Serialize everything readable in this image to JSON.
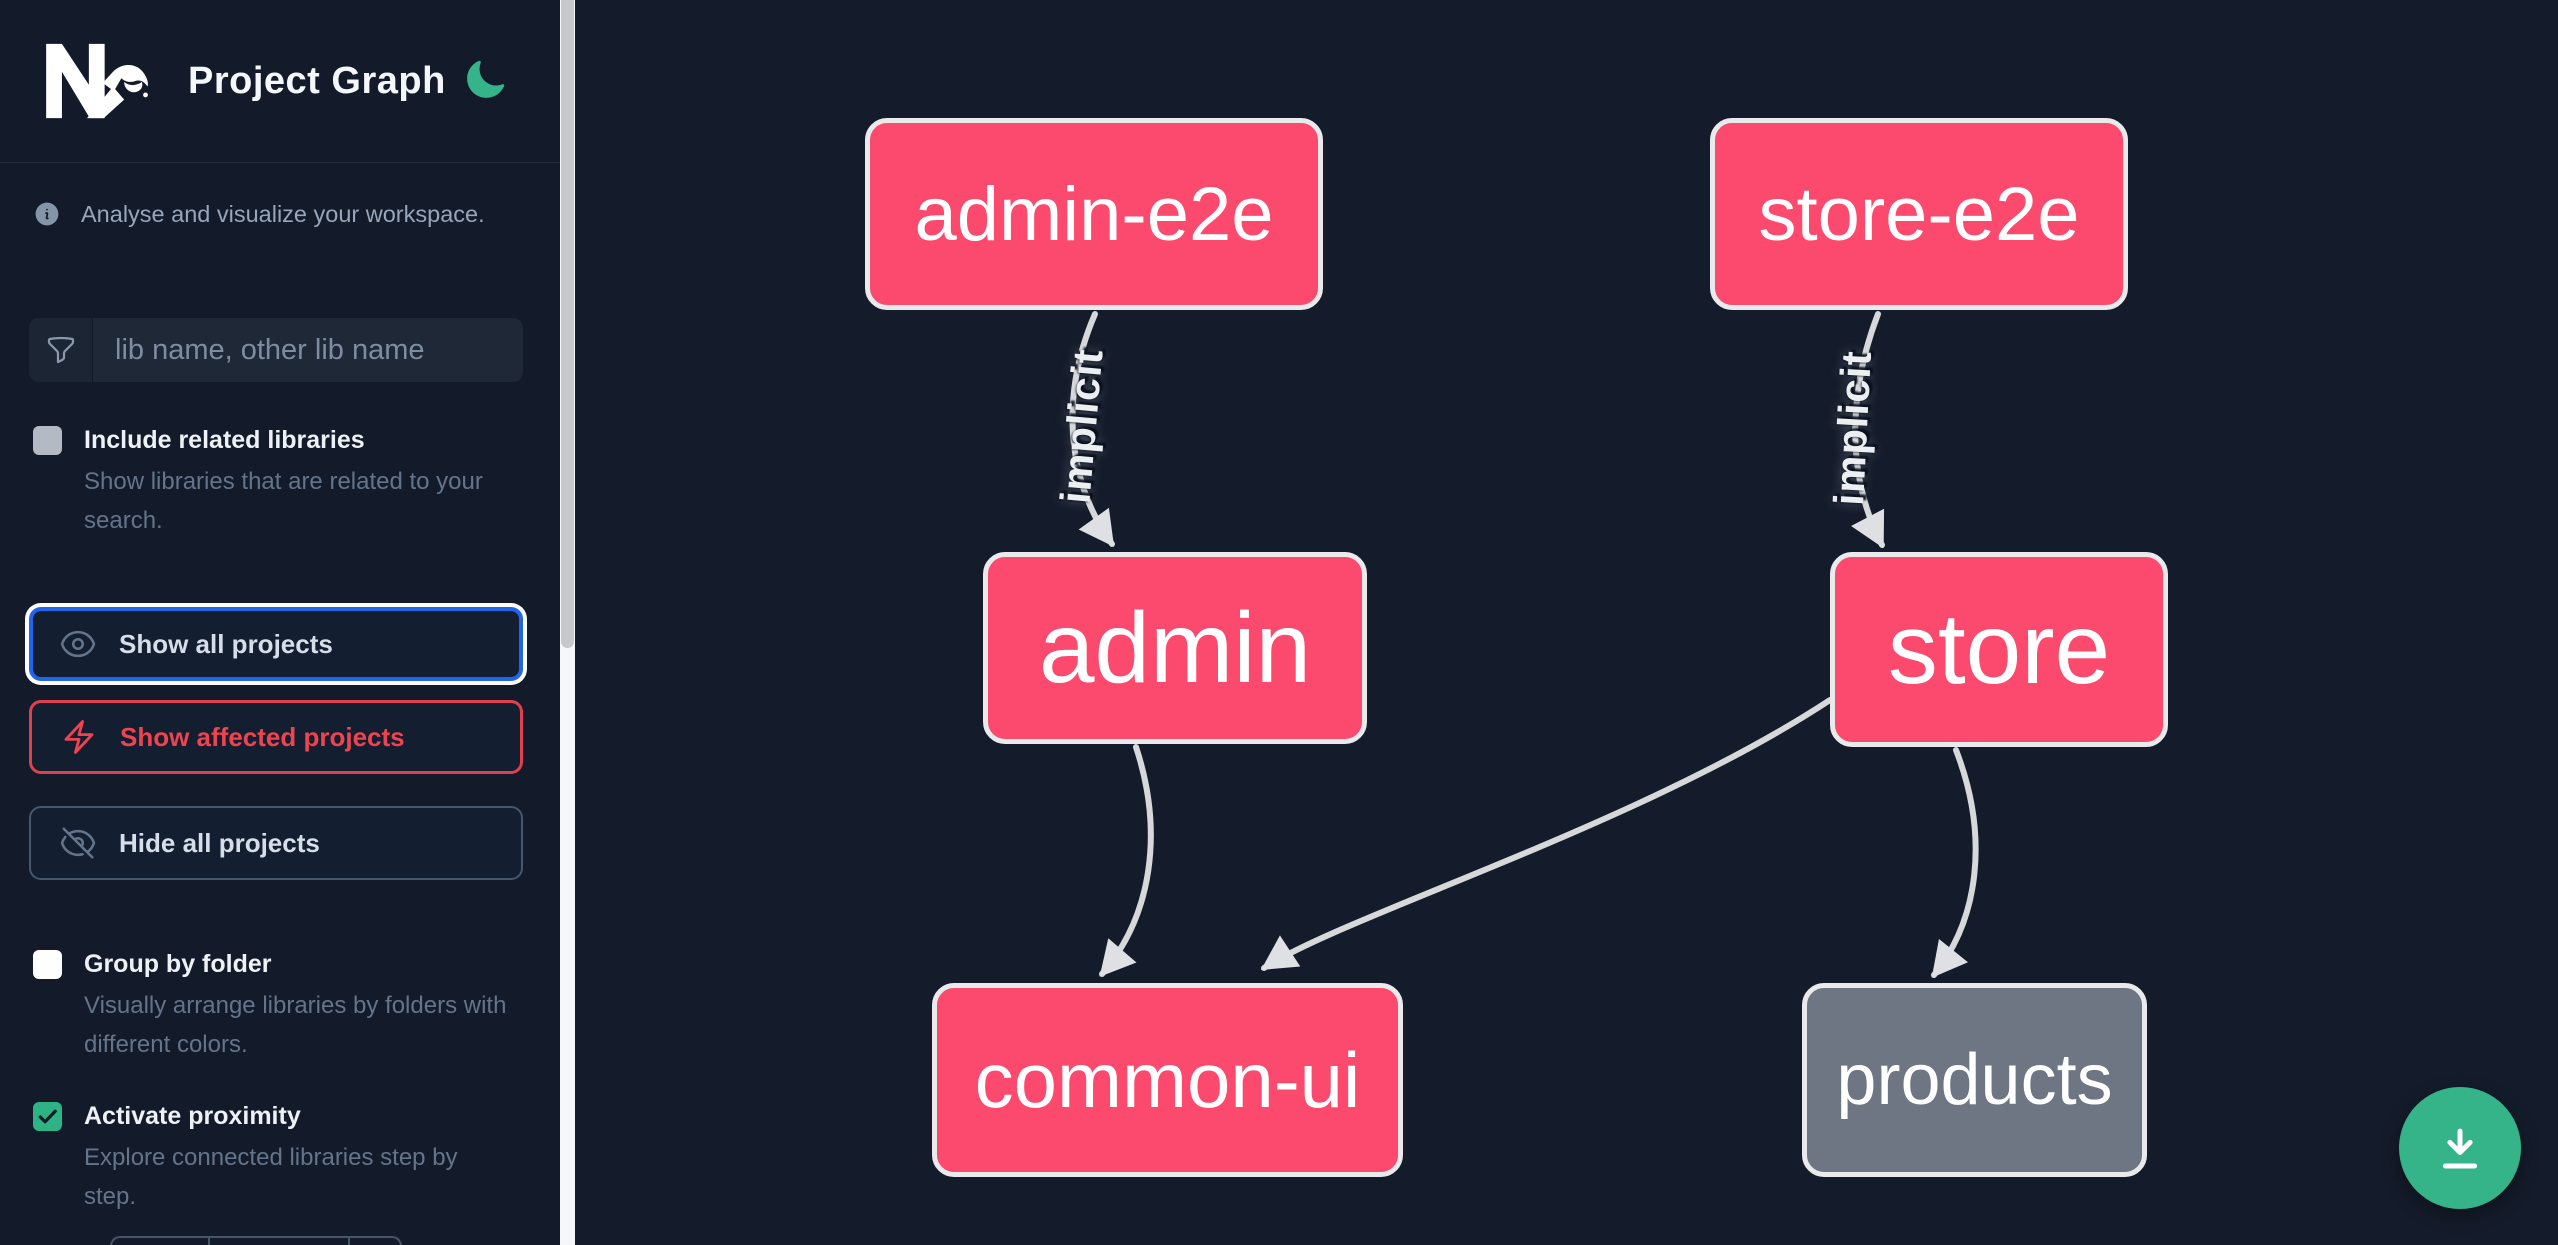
{
  "app": {
    "title": "Project Graph",
    "logo": "Nx"
  },
  "sidebar": {
    "tagline": "Analyse and visualize your workspace.",
    "search": {
      "placeholder": "lib name, other lib name"
    },
    "include_related": {
      "label": "Include related libraries",
      "description": "Show libraries that are related to your search.",
      "checked": false
    },
    "actions": {
      "show_all": "Show all projects",
      "show_affected": "Show affected projects",
      "hide_all": "Hide all projects"
    },
    "group_by_folder": {
      "label": "Group by folder",
      "description": "Visually arrange libraries by folders with different colors.",
      "checked": false
    },
    "activate_proximity": {
      "label": "Activate proximity",
      "description": "Explore connected libraries step by step.",
      "checked": true
    }
  },
  "graph": {
    "nodes": [
      {
        "id": "admin-e2e",
        "label": "admin-e2e",
        "kind": "highlighted"
      },
      {
        "id": "store-e2e",
        "label": "store-e2e",
        "kind": "highlighted"
      },
      {
        "id": "admin",
        "label": "admin",
        "kind": "highlighted"
      },
      {
        "id": "store",
        "label": "store",
        "kind": "highlighted"
      },
      {
        "id": "common-ui",
        "label": "common-ui",
        "kind": "highlighted"
      },
      {
        "id": "products",
        "label": "products",
        "kind": "muted"
      }
    ],
    "edges": [
      {
        "from": "admin-e2e",
        "to": "admin",
        "label": "implicit"
      },
      {
        "from": "store-e2e",
        "to": "store",
        "label": "implicit"
      },
      {
        "from": "admin",
        "to": "common-ui",
        "label": ""
      },
      {
        "from": "store",
        "to": "common-ui",
        "label": ""
      },
      {
        "from": "store",
        "to": "products",
        "label": ""
      }
    ]
  },
  "icons": {
    "theme": "moon-icon",
    "info": "info-icon",
    "search": "funnel-icon",
    "show_all": "eye-icon",
    "show_affected": "bolt-icon",
    "hide_all": "eye-off-icon",
    "fab": "download-icon"
  },
  "colors": {
    "background": "#141b2a",
    "node_highlighted": "#fb4a6d",
    "node_muted": "#6e7684",
    "node_border": "#e9eaec",
    "edge": "#d6d8da",
    "fab": "#35b389",
    "focus_ring": "#2166e8",
    "affected_red": "#ef4450",
    "checkbox_checked_green": "#2eb385"
  }
}
